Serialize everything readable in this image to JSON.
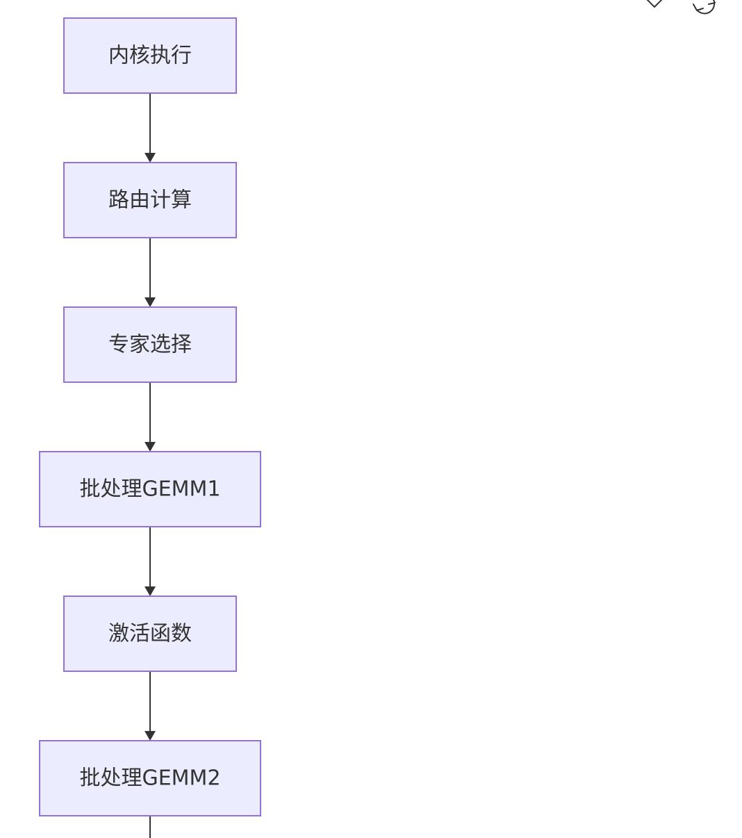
{
  "diagram": {
    "nodes": [
      {
        "id": "kernel-exec",
        "label": "内核执行"
      },
      {
        "id": "routing-calc",
        "label": "路由计算"
      },
      {
        "id": "expert-select",
        "label": "专家选择"
      },
      {
        "id": "batch-gemm1",
        "label": "批处理GEMM1"
      },
      {
        "id": "activation",
        "label": "激活函数"
      },
      {
        "id": "batch-gemm2",
        "label": "批处理GEMM2"
      }
    ],
    "edges": [
      {
        "from": "kernel-exec",
        "to": "routing-calc"
      },
      {
        "from": "routing-calc",
        "to": "expert-select"
      },
      {
        "from": "expert-select",
        "to": "batch-gemm1"
      },
      {
        "from": "batch-gemm1",
        "to": "activation"
      },
      {
        "from": "activation",
        "to": "batch-gemm2"
      },
      {
        "from": "batch-gemm2",
        "to": ""
      }
    ]
  },
  "toolbar": {
    "icons": [
      "close-icon",
      "refresh-icon"
    ]
  },
  "colors": {
    "node_fill": "#ECECFF",
    "node_stroke": "#9370DB",
    "edge": "#333333",
    "text": "#333333"
  }
}
